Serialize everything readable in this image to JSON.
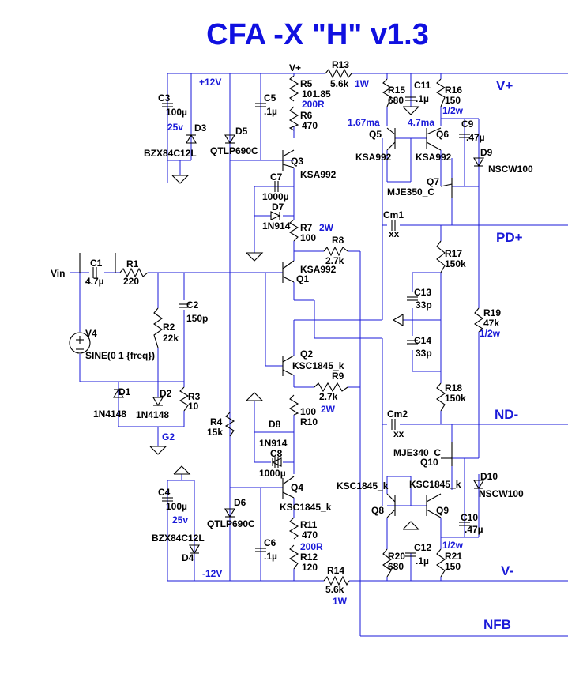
{
  "title": "CFA -X \"H\" v1.3",
  "rails": {
    "vplus": "V+",
    "pdplus": "PD+",
    "ndminus": "ND-",
    "vminus": "V-",
    "nfb": "NFB",
    "plus12": "+12V",
    "minus12": "-12V",
    "vplus_small": "V+"
  },
  "input": {
    "vin": "Vin",
    "g2": "G2",
    "v4_name": "V4",
    "v4_value": "SINE(0 1 {freq})"
  },
  "resistors": [
    {
      "ref": "R1",
      "value": "220"
    },
    {
      "ref": "R2",
      "value": "22k"
    },
    {
      "ref": "R3",
      "value": "10"
    },
    {
      "ref": "R4",
      "value": "15k"
    },
    {
      "ref": "R5",
      "value": "101.85",
      "note": "200R"
    },
    {
      "ref": "R6",
      "value": "470"
    },
    {
      "ref": "R7",
      "value": "100",
      "note": "2W"
    },
    {
      "ref": "R8",
      "value": "2.7k"
    },
    {
      "ref": "R9",
      "value": "2.7k"
    },
    {
      "ref": "R10",
      "value": "100",
      "note": "2W"
    },
    {
      "ref": "R11",
      "value": "470"
    },
    {
      "ref": "R12",
      "value": "120",
      "note": "200R"
    },
    {
      "ref": "R13",
      "value": "5.6k",
      "note": "1W"
    },
    {
      "ref": "R14",
      "value": "5.6k",
      "note": "1W"
    },
    {
      "ref": "R15",
      "value": "680"
    },
    {
      "ref": "R16",
      "value": "150",
      "note": "1/2w"
    },
    {
      "ref": "R17",
      "value": "150k"
    },
    {
      "ref": "R18",
      "value": "150k"
    },
    {
      "ref": "R19",
      "value": "47k",
      "note": "1/2w"
    },
    {
      "ref": "R20",
      "value": "680"
    },
    {
      "ref": "R21",
      "value": "150",
      "note": "1/2w"
    }
  ],
  "capacitors": [
    {
      "ref": "C1",
      "value": "4.7µ"
    },
    {
      "ref": "C2",
      "value": "150p"
    },
    {
      "ref": "C3",
      "value": "100µ",
      "note": "25v"
    },
    {
      "ref": "C4",
      "value": "100µ",
      "note": "25v"
    },
    {
      "ref": "C5",
      "value": ".1µ"
    },
    {
      "ref": "C6",
      "value": ".1µ"
    },
    {
      "ref": "C7",
      "value": "1000µ"
    },
    {
      "ref": "C8",
      "value": "1000µ"
    },
    {
      "ref": "C9",
      "value": ".47µ"
    },
    {
      "ref": "C10",
      "value": ".47µ"
    },
    {
      "ref": "C11",
      "value": ".1µ"
    },
    {
      "ref": "C12",
      "value": ".1µ"
    },
    {
      "ref": "C13",
      "value": "33p"
    },
    {
      "ref": "C14",
      "value": "33p"
    },
    {
      "ref": "Cm1",
      "value": "xx"
    },
    {
      "ref": "Cm2",
      "value": "xx"
    }
  ],
  "diodes": [
    {
      "ref": "D1",
      "value": "1N4148"
    },
    {
      "ref": "D2",
      "value": "1N4148"
    },
    {
      "ref": "D3",
      "value": "BZX84C12L"
    },
    {
      "ref": "D4",
      "value": "BZX84C12L"
    },
    {
      "ref": "D5",
      "value": "QTLP690C"
    },
    {
      "ref": "D6",
      "value": "QTLP690C"
    },
    {
      "ref": "D7",
      "value": "1N914"
    },
    {
      "ref": "D8",
      "value": "1N914"
    },
    {
      "ref": "D9",
      "value": "NSCW100"
    },
    {
      "ref": "D10",
      "value": "NSCW100"
    }
  ],
  "transistors": [
    {
      "ref": "Q1",
      "value": "KSA992"
    },
    {
      "ref": "Q2",
      "value": "KSC1845_k"
    },
    {
      "ref": "Q3",
      "value": "KSA992"
    },
    {
      "ref": "Q4",
      "value": "KSC1845_k"
    },
    {
      "ref": "Q5",
      "value": "KSA992"
    },
    {
      "ref": "Q6",
      "value": "KSA992"
    },
    {
      "ref": "Q7",
      "value": "MJE350_C"
    },
    {
      "ref": "Q8",
      "value": "KSC1845_k"
    },
    {
      "ref": "Q9",
      "value": "KSC1845_k"
    },
    {
      "ref": "Q10",
      "value": "MJE340_C"
    }
  ],
  "currents": {
    "q5": "1.67ma",
    "q6": "4.7ma"
  },
  "colors": {
    "wire": "#1a1ad8",
    "component": "#000000",
    "title": "#1010e0"
  }
}
